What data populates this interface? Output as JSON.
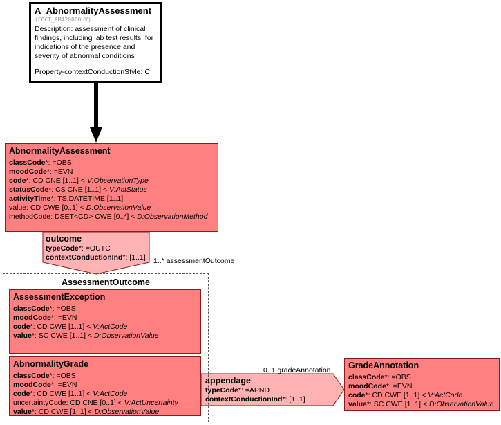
{
  "entry": {
    "title": "A_AbnormalityAssessment",
    "id": "(COCT_RM420000UV)",
    "description": "Description: assessment of clinical findings, including lab test results, for indications of the presence and severity of abnormal conditions",
    "property": "Property-contextConductionStyle: C"
  },
  "abnormality_assessment": {
    "title": "AbnormalityAssessment",
    "rows": [
      {
        "name": "classCode",
        "req": "*",
        "rest": ": =OBS",
        "italic": ""
      },
      {
        "name": "moodCode",
        "req": "*",
        "rest": ": =EVN",
        "italic": ""
      },
      {
        "name": "code",
        "req": "*",
        "rest": ": CD CNE [1..1] < ",
        "italic": "V:ObservationType"
      },
      {
        "name": "statusCode",
        "req": "*",
        "rest": ": CS CNE [1..1] < ",
        "italic": "V:ActStatus"
      },
      {
        "name": "activityTime",
        "req": "*",
        "rest": ": TS.DATETIME [1..1]",
        "italic": ""
      },
      {
        "name": "value",
        "req": "",
        "rest": ": CD CWE [0..1] < ",
        "italic": "D:ObservationValue"
      },
      {
        "name": "methodCode",
        "req": "",
        "rest": ": DSET<CD> CWE [0..*] < ",
        "italic": "D:ObservationMethod"
      }
    ]
  },
  "outcome": {
    "title": "outcome",
    "type_label": "typeCode",
    "type_req": "*",
    "type_value": ": =OUTC",
    "ctx_label": "contextConductionInd",
    "ctx_req": "*",
    "ctx_value": ": [1..1]",
    "multiplicity": "1..* assessmentOutcome"
  },
  "assessment_outcome": {
    "title": "AssessmentOutcome"
  },
  "assessment_exception": {
    "title": "AssessmentException",
    "rows": [
      {
        "name": "classCode",
        "req": "*",
        "rest": ": =OBS",
        "italic": ""
      },
      {
        "name": "moodCode",
        "req": "*",
        "rest": ": =EVN",
        "italic": ""
      },
      {
        "name": "code",
        "req": "*",
        "rest": ": CD CWE [1..1] < ",
        "italic": "V:ActCode"
      },
      {
        "name": "value",
        "req": "*",
        "rest": ": SC CWE [1..1] < ",
        "italic": "D:ObservationValue"
      }
    ]
  },
  "abnormality_grade": {
    "title": "AbnormalityGrade",
    "rows": [
      {
        "name": "classCode",
        "req": "*",
        "rest": ": =OBS",
        "italic": "",
        "bold": true
      },
      {
        "name": "moodCode",
        "req": "*",
        "rest": ": =EVN",
        "italic": "",
        "bold": true
      },
      {
        "name": "code",
        "req": "*",
        "rest": ": CD CWE [1..1] < ",
        "italic": "V:ActCode",
        "bold": true
      },
      {
        "name": "uncertaintyCode",
        "req": "",
        "rest": ": CD CNE [0..1] < ",
        "italic": "V:ActUncertainty",
        "bold": false
      },
      {
        "name": "value",
        "req": "*",
        "rest": ": CD CWE [1..1] < ",
        "italic": "D:ObservationValue",
        "bold": true
      }
    ]
  },
  "appendage": {
    "title": "appendage",
    "type_label": "typeCode",
    "type_req": "*",
    "type_value": ": =APND",
    "ctx_label": "contextConductionInd",
    "ctx_req": "*",
    "ctx_value": ": [1..1]",
    "multiplicity": "0..1 gradeAnnotation"
  },
  "grade_annotation": {
    "title": "GradeAnnotation",
    "rows": [
      {
        "name": "classCode",
        "req": "*",
        "rest": ": =OBS",
        "italic": ""
      },
      {
        "name": "moodCode",
        "req": "*",
        "rest": ": =EVN",
        "italic": ""
      },
      {
        "name": "code",
        "req": "*",
        "rest": ": CD CWE [1..1] < ",
        "italic": "V:ActCode"
      },
      {
        "name": "value",
        "req": "*",
        "rest": ": SC CWE [1..1] < ",
        "italic": "D:ObservationValue"
      }
    ]
  },
  "colors": {
    "act_fill": "#ff8080",
    "act_border": "#8b1a1a",
    "relation_fill": "#ffb3b3"
  }
}
